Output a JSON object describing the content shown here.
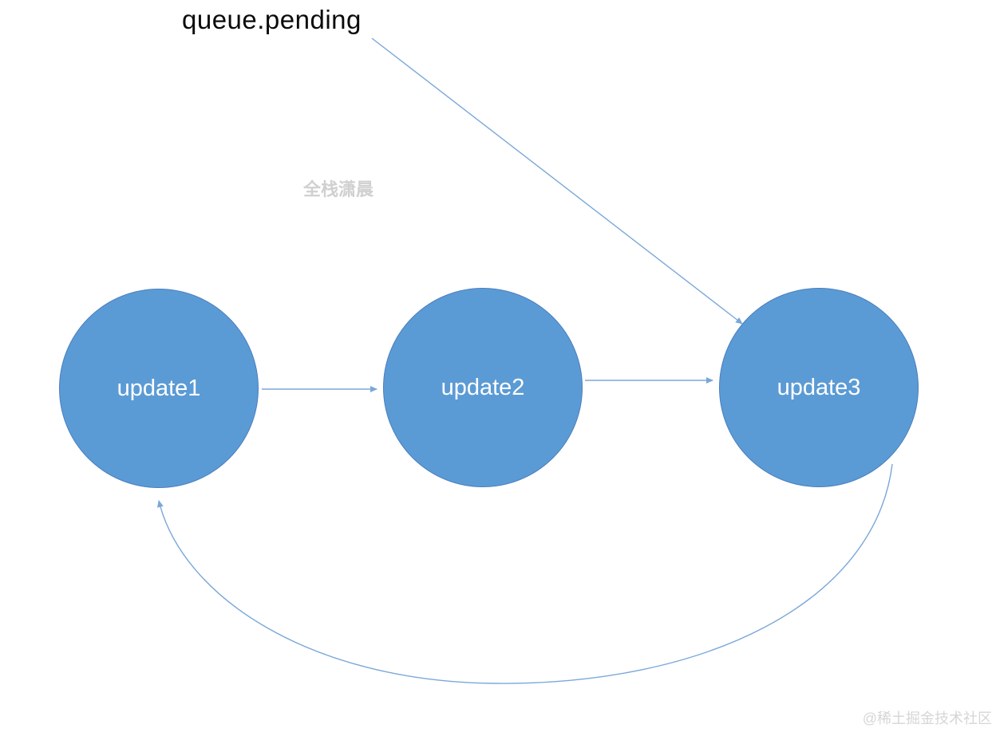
{
  "diagram": {
    "title_pointer": "queue.pending",
    "nodes": [
      {
        "id": "update1",
        "label": "update1"
      },
      {
        "id": "update2",
        "label": "update2"
      },
      {
        "id": "update3",
        "label": "update3"
      }
    ],
    "edges": [
      {
        "from": "queue.pending",
        "to": "update3"
      },
      {
        "from": "update1",
        "to": "update2"
      },
      {
        "from": "update2",
        "to": "update3"
      },
      {
        "from": "update3",
        "to": "update1",
        "style": "curved-bottom"
      }
    ],
    "watermark_center": "全栈潇晨",
    "watermark_footer": "@稀土掘金技术社区",
    "colors": {
      "node_fill": "#5b9bd5",
      "node_border": "#4a7ebf",
      "node_text": "#ffffff",
      "arrow": "#7aa7d9",
      "pointer_text": "#0b0b0b"
    }
  }
}
